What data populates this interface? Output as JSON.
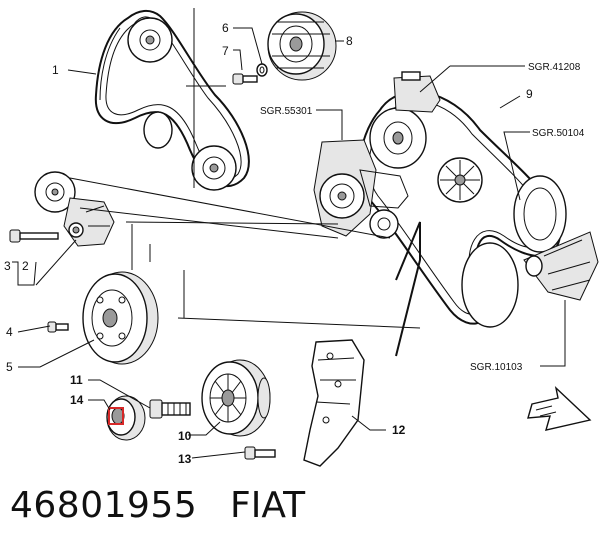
{
  "callouts": {
    "c1": "1",
    "c2": "2",
    "c3": "3",
    "c4": "4",
    "c5": "5",
    "c6": "6",
    "c7": "7",
    "c8": "8",
    "c9": "9",
    "c10": "10",
    "c11": "11",
    "c12": "12",
    "c13": "13",
    "c14": "14"
  },
  "refs": {
    "sgr41208": "SGR.41208",
    "sgr55301": "SGR.55301",
    "sgr50104": "SGR.50104",
    "sgr10103": "SGR.10103"
  },
  "footer": {
    "part_number": "46801955",
    "brand": "FIAT"
  },
  "highlight_color": "#d62828"
}
